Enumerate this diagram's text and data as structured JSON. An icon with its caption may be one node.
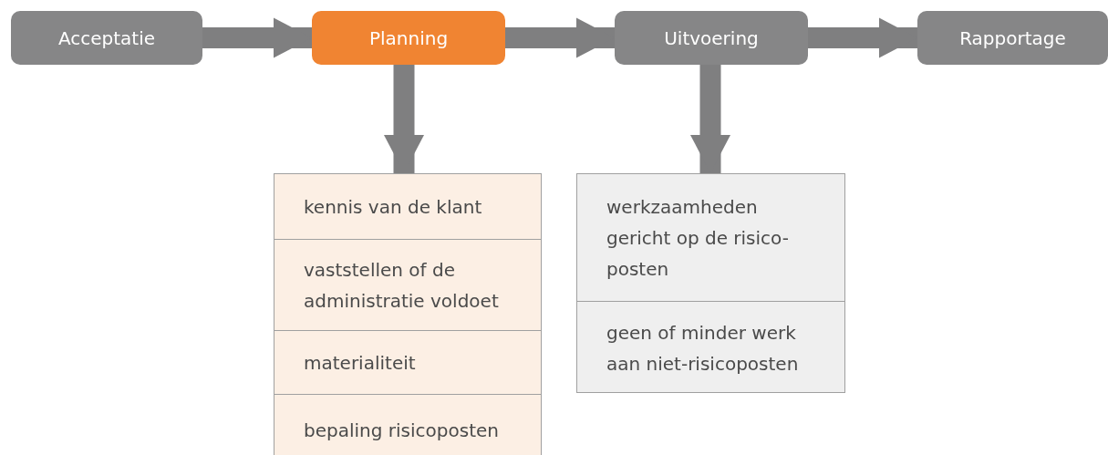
{
  "diagram": {
    "nodes": [
      {
        "text": [
          "Acceptatie"
        ]
      },
      {
        "text": [
          "Planning"
        ]
      },
      {
        "text": [
          "Uitvoering"
        ]
      },
      {
        "text": [
          "Rapportage"
        ]
      },
      {
        "text": [],
        "shape": "box"
      },
      {
        "text": [
          "kennis van de klant"
        ],
        "in": 4
      },
      {
        "text": [
          "vaststellen of de administratie voldoet"
        ],
        "in": 4
      },
      {
        "text": [
          "materialiteit"
        ],
        "in": 4
      },
      {
        "text": [
          "bepaling risicoposten"
        ],
        "in": 4
      },
      {
        "text": [],
        "shape": "box"
      },
      {
        "text": [
          "werkzaamheden gericht op de risico-posten"
        ],
        "in": 9
      },
      {
        "text": [
          "geen of minder werk aan niet-risicoposten"
        ],
        "in": 9
      }
    ],
    "edges": [
      {
        "from": 0,
        "to": 1,
        "arrow": "to"
      },
      {
        "from": 1,
        "to": 2,
        "arrow": "to"
      },
      {
        "from": 2,
        "to": 3,
        "arrow": "to"
      },
      {
        "from": 1,
        "to": 4,
        "arrow": "to"
      },
      {
        "from": 2,
        "to": 9,
        "arrow": "to"
      }
    ]
  }
}
